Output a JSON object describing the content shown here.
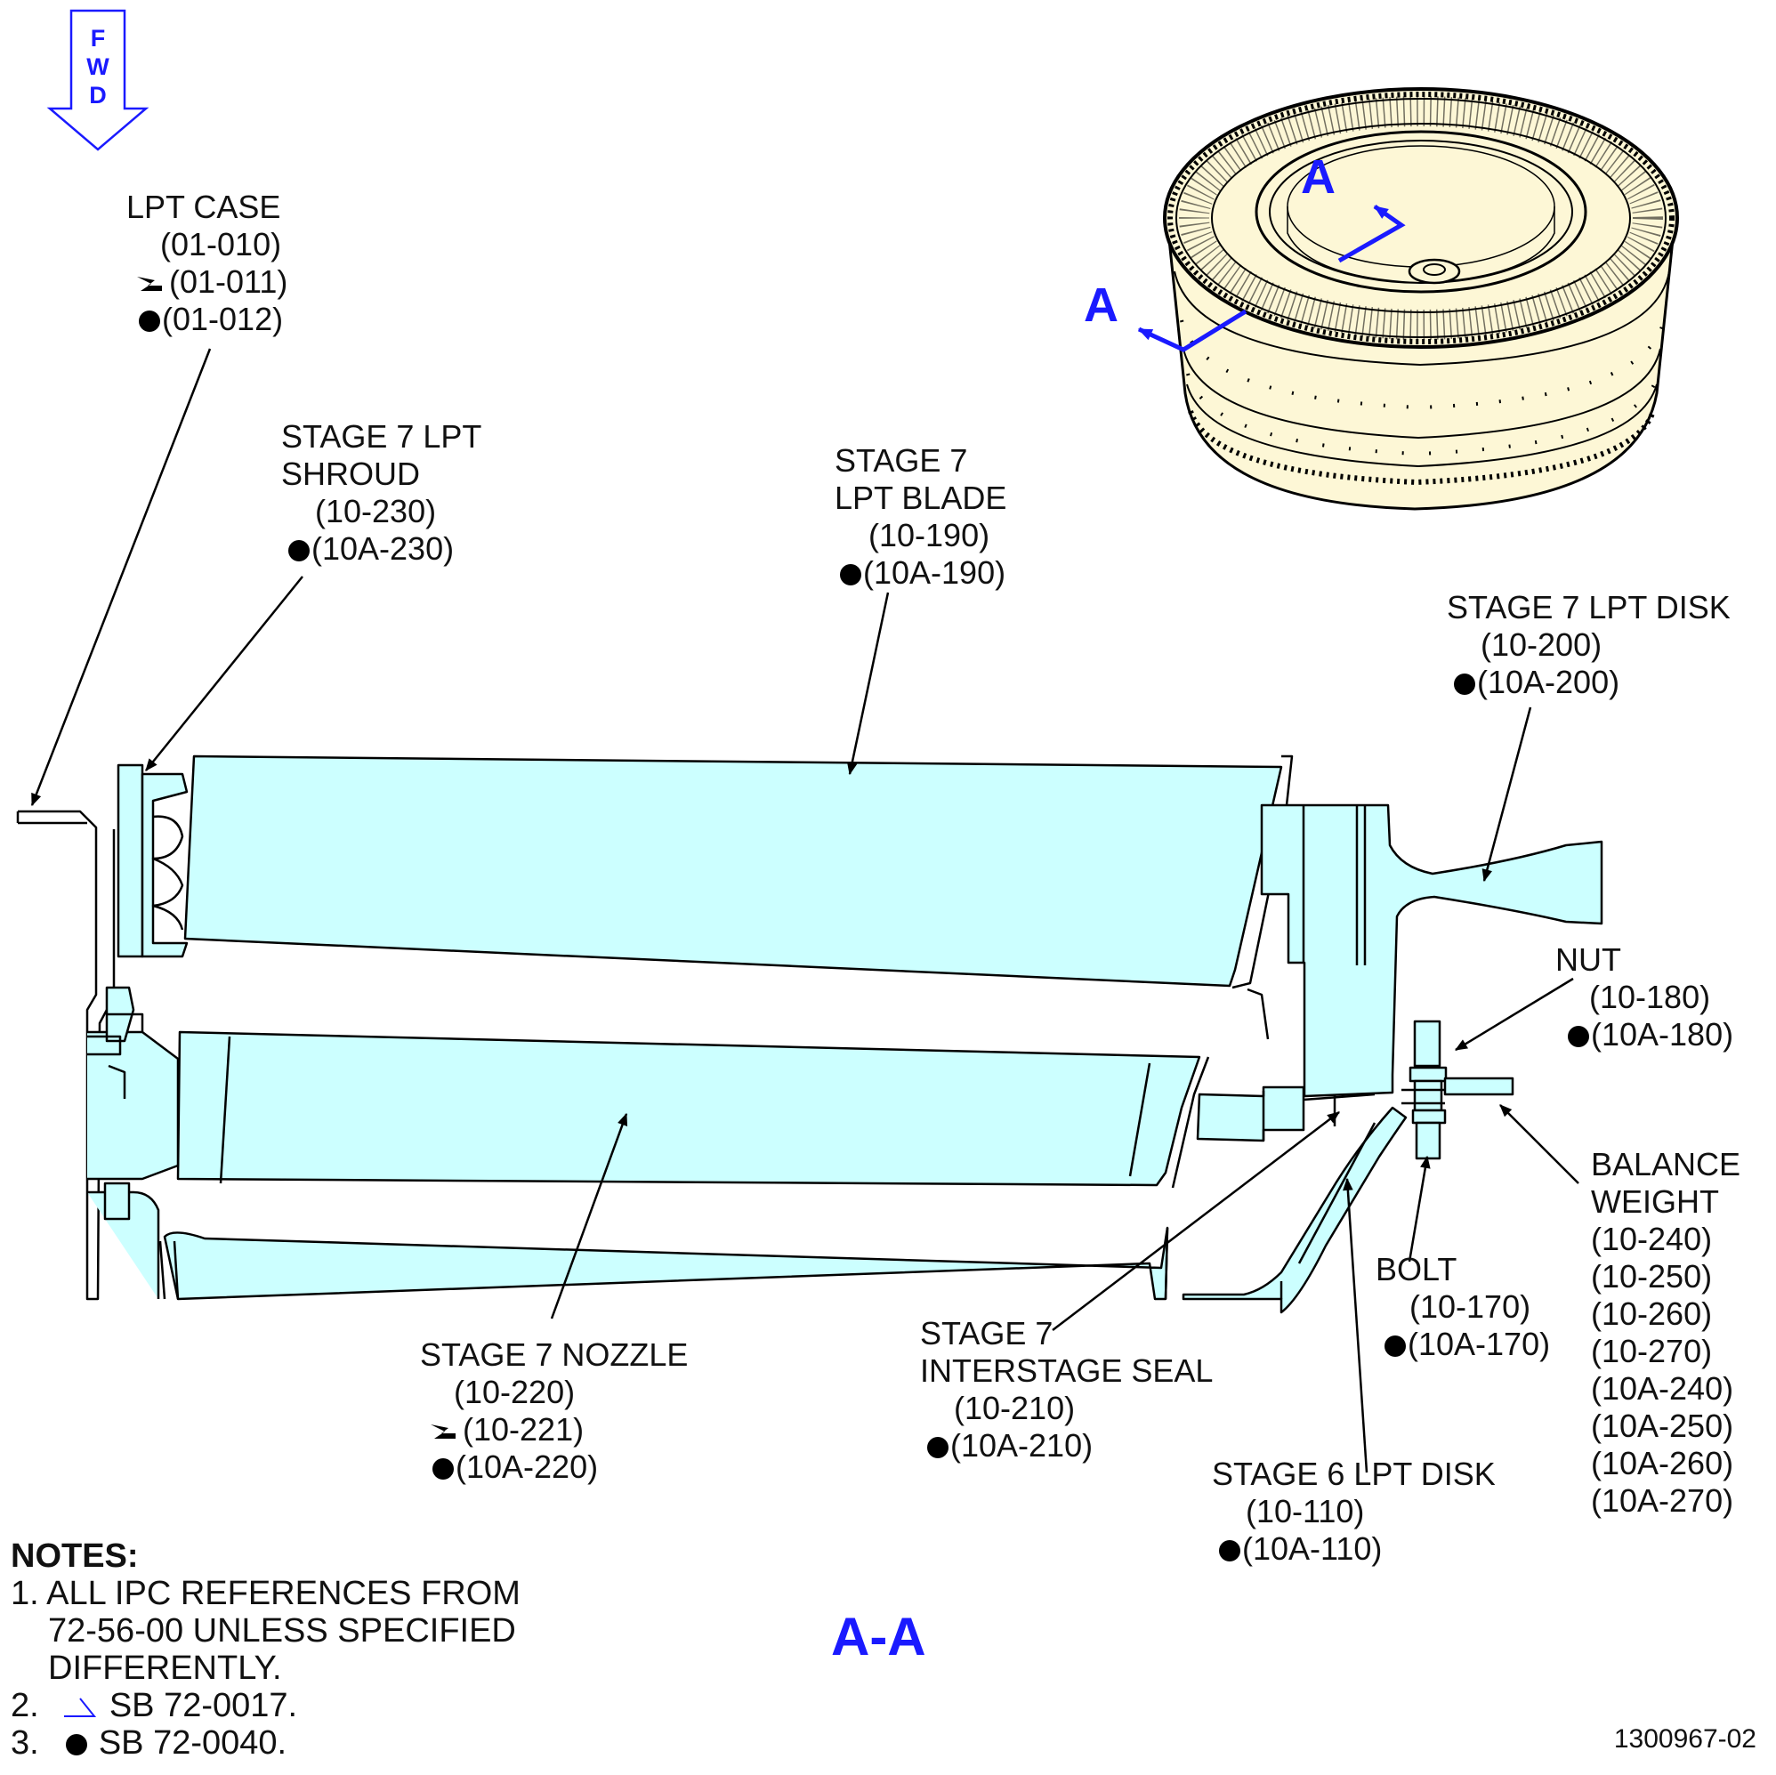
{
  "orientation": {
    "letters": [
      "F",
      "W",
      "D"
    ],
    "color": "#1a1aff"
  },
  "view_callouts": {
    "cut_letter": "A",
    "section_title": "A-A",
    "color": "#1a1aff"
  },
  "callouts": [
    {
      "id": "lpt-case",
      "name": "LPT CASE",
      "refs": [
        "(01-010)",
        "(01-011)",
        "(01-012)"
      ]
    },
    {
      "id": "stage7-lpt-shroud",
      "name": "STAGE 7 LPT SHROUD",
      "refs": [
        "(10-230)",
        "(10A-230)"
      ]
    },
    {
      "id": "stage7-lpt-blade",
      "name": "STAGE 7 LPT BLADE",
      "refs": [
        "(10-190)",
        "(10A-190)"
      ]
    },
    {
      "id": "stage7-lpt-disk",
      "name": "STAGE 7 LPT DISK",
      "refs": [
        "(10-200)",
        "(10A-200)"
      ]
    },
    {
      "id": "nut",
      "name": "NUT",
      "refs": [
        "(10-180)",
        "(10A-180)"
      ]
    },
    {
      "id": "balance-weight",
      "name": "BALANCE WEIGHT",
      "refs": [
        "(10-240)",
        "(10-250)",
        "(10-260)",
        "(10-270)",
        "(10A-240)",
        "(10A-250)",
        "(10A-260)",
        "(10A-270)"
      ]
    },
    {
      "id": "bolt",
      "name": "BOLT",
      "refs": [
        "(10-170)",
        "(10A-170)"
      ]
    },
    {
      "id": "stage6-lpt-disk",
      "name": "STAGE 6 LPT DISK",
      "refs": [
        "(10-110)",
        "(10A-110)"
      ]
    },
    {
      "id": "stage7-interstage-seal",
      "name": "STAGE 7 INTERSTAGE SEAL",
      "refs": [
        "(10-210)",
        "(10A-210)"
      ]
    },
    {
      "id": "stage7-nozzle",
      "name": "STAGE 7 NOZZLE",
      "refs": [
        "(10-220)",
        "(10-221)",
        "(10A-220)"
      ]
    }
  ],
  "label_text": {
    "lpt_case": "LPT CASE",
    "shroud_l1": "STAGE 7 LPT",
    "shroud_l2": "SHROUD",
    "blade_l1": "STAGE 7",
    "blade_l2": "LPT BLADE",
    "disk7": "STAGE 7 LPT DISK",
    "nut": "NUT",
    "balance_l1": "BALANCE",
    "balance_l2": "WEIGHT",
    "bolt": "BOLT",
    "disk6": "STAGE 6 LPT DISK",
    "seal_l1": "STAGE 7",
    "seal_l2": "INTERSTAGE SEAL",
    "nozzle": "STAGE 7 NOZZLE"
  },
  "refs": {
    "lpt_case": [
      "(01-010)",
      "(01-011)",
      "(01-012)"
    ],
    "shroud": [
      "(10-230)",
      "(10A-230)"
    ],
    "blade": [
      "(10-190)",
      "(10A-190)"
    ],
    "disk7": [
      "(10-200)",
      "(10A-200)"
    ],
    "nut": [
      "(10-180)",
      "(10A-180)"
    ],
    "balance": [
      "(10-240)",
      "(10-250)",
      "(10-260)",
      "(10-270)",
      "(10A-240)",
      "(10A-250)",
      "(10A-260)",
      "(10A-270)"
    ],
    "bolt": [
      "(10-170)",
      "(10A-170)"
    ],
    "disk6": [
      "(10-110)",
      "(10A-110)"
    ],
    "seal": [
      "(10-210)",
      "(10A-210)"
    ],
    "nozzle": [
      "(10-220)",
      "(10-221)",
      "(10A-220)"
    ]
  },
  "notes": {
    "title": "NOTES:",
    "n1_l1": "1. ALL IPC REFERENCES FROM",
    "n1_l2": "72-56-00 UNLESS SPECIFIED",
    "n1_l3": "DIFFERENTLY.",
    "n2_num": "2.",
    "n2_text": "SB 72-0017.",
    "n3_num": "3.",
    "n3_text": "SB 72-0040."
  },
  "drawing_number": "1300967-02",
  "colors": {
    "part_fill": "#ccffff",
    "iso_fill": "#fdf7d6",
    "line": "#000000",
    "callout_blue": "#1a1aff"
  }
}
